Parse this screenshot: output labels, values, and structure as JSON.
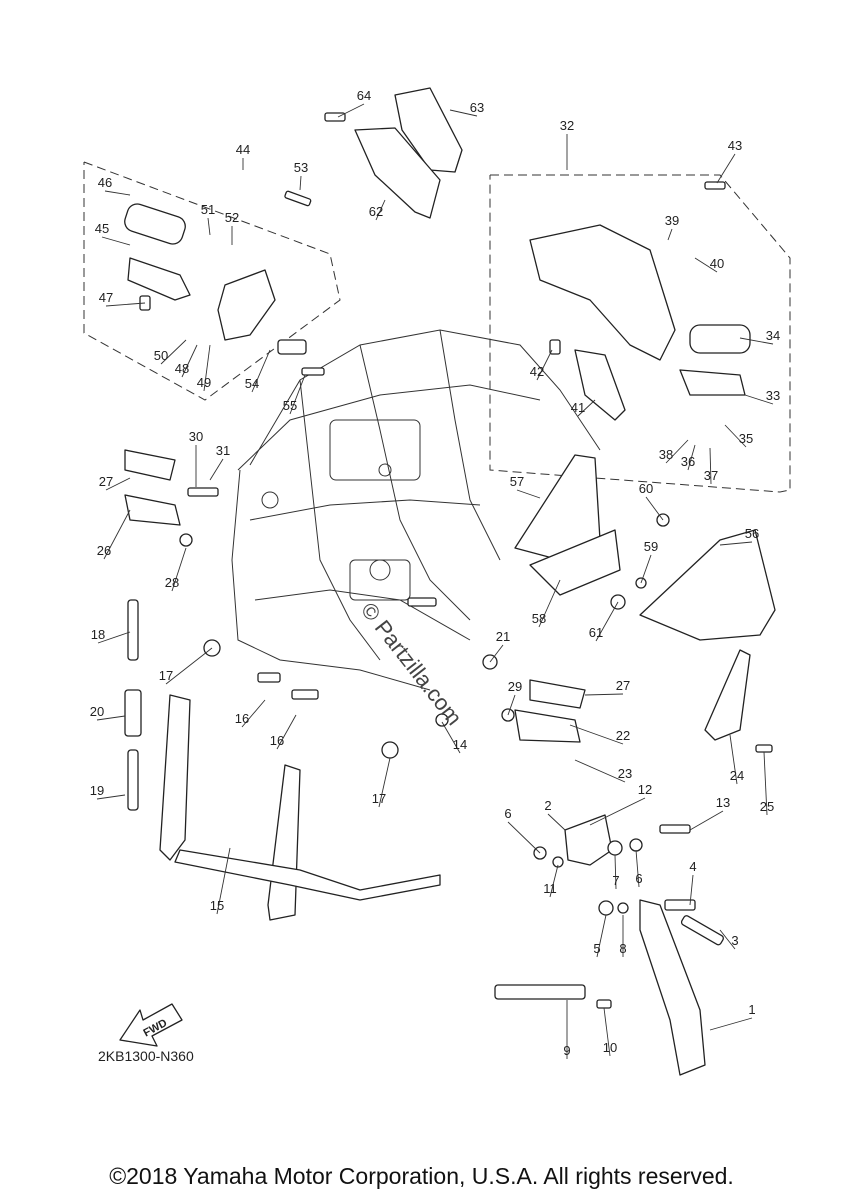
{
  "diagram": {
    "callouts": [
      "64",
      "63",
      "62",
      "32",
      "43",
      "44",
      "46",
      "53",
      "51",
      "52",
      "45",
      "39",
      "40",
      "47",
      "50",
      "48",
      "49",
      "54",
      "55",
      "34",
      "42",
      "41",
      "33",
      "35",
      "38",
      "36",
      "37",
      "30",
      "31",
      "27",
      "26",
      "28",
      "57",
      "60",
      "56",
      "59",
      "58",
      "61",
      "18",
      "17",
      "21",
      "16",
      "16",
      "20",
      "29",
      "27",
      "22",
      "23",
      "14",
      "17",
      "19",
      "12",
      "2",
      "13",
      "6",
      "24",
      "25",
      "6",
      "11",
      "7",
      "4",
      "3",
      "15",
      "5",
      "8",
      "1",
      "9",
      "10"
    ],
    "fwd_label": "FWD",
    "watermark": "© Partzilla.com",
    "diagram_code": "2KB1300-N360",
    "copyright": "©2018 Yamaha Motor Corporation, U.S.A. All rights reserved."
  }
}
